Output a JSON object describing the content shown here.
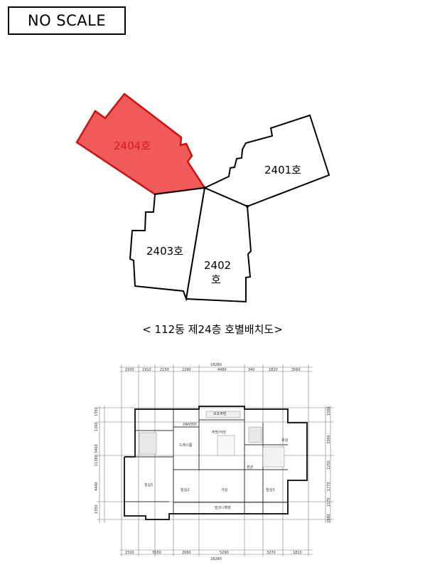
{
  "no_scale_label": "NO SCALE",
  "units": {
    "u2404": "2404호",
    "u2401": "2401호",
    "u2403": "2403호",
    "u2402_line1": "2402",
    "u2402_line2": "호"
  },
  "caption": "<  112동 제24층 호별배치도>",
  "colors": {
    "highlight_fill": "#f05a5a",
    "highlight_stroke": "#cc1111",
    "highlight_text": "#d41a1a"
  },
  "floorplan": {
    "total_dim": "18280",
    "top_dims": [
      "1500",
      "1910",
      "2150",
      "2290",
      "4480",
      "340",
      "1820",
      "3560"
    ],
    "bottom_dims": [
      "1500",
      "3550",
      "2060",
      "5290",
      "3270",
      "1810"
    ],
    "left_dims": [
      "1350",
      "1360",
      "3460",
      "11380",
      "4440",
      "1350"
    ],
    "right_dims": [
      "1560",
      "3300",
      "1250",
      "1770",
      "1570",
      "2880"
    ],
    "rooms": {
      "living": "거실",
      "kitchen": "주방/식당",
      "bedroom1": "침실1",
      "bedroom2": "침실2",
      "bedroom3": "침실3",
      "bath": "욕실",
      "balcony": "발코니확장",
      "utility": "보조주방",
      "dress": "드레스룸",
      "pantry": "PANTRY",
      "entrance": "현관"
    }
  }
}
